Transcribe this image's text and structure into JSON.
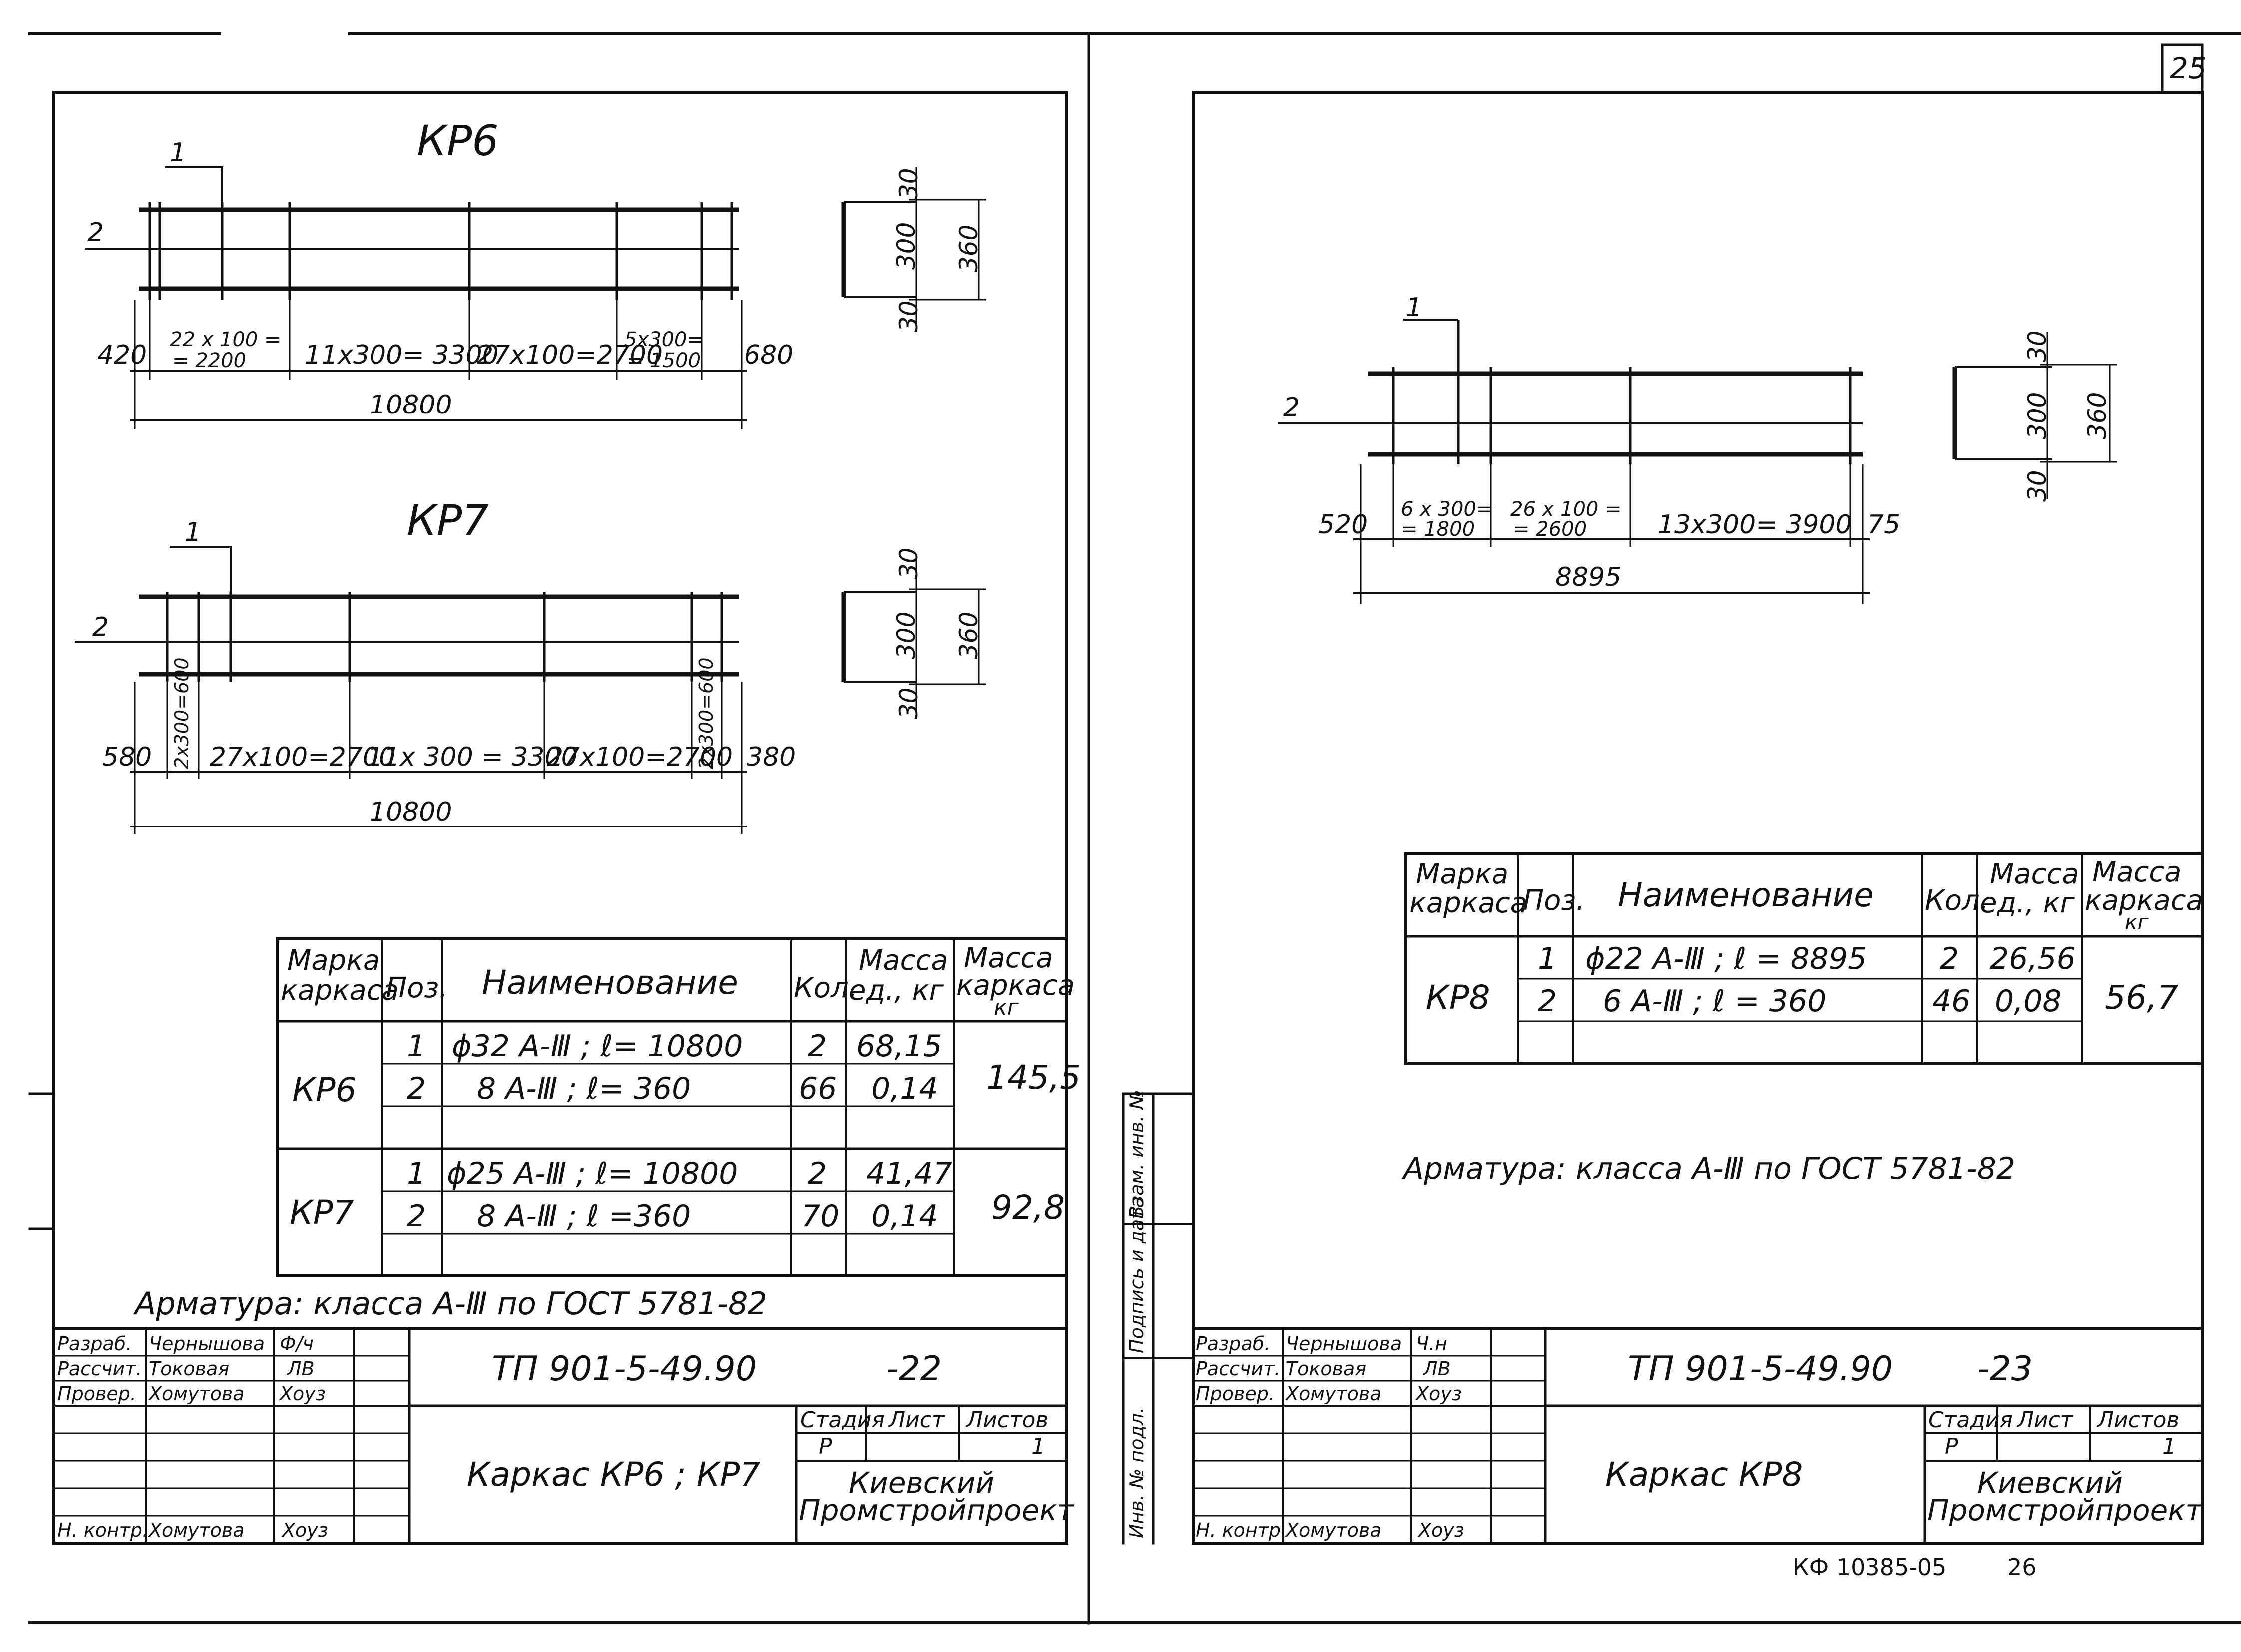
{
  "sheet_number": "25",
  "left_sheet": {
    "kr6": {
      "title": "КР6",
      "pos1": "1",
      "pos2": "2",
      "dims": [
        "420",
        "22 х 100 =",
        "= 2200",
        "11х300= 3300",
        "27х100=2700",
        "5х300=",
        "= 1500",
        "680"
      ],
      "total": "10800",
      "section": {
        "top": "30",
        "mid": "300",
        "bottom": "30",
        "total": "360"
      }
    },
    "kr7": {
      "title": "КР7",
      "pos1": "1",
      "pos2": "2",
      "dims": [
        "580",
        "2х300=600",
        "27х100=2700",
        "11х 300 = 3300",
        "27х100=2700",
        "2х300=600",
        "380"
      ],
      "total": "10800",
      "section": {
        "top": "30",
        "mid": "300",
        "bottom": "30",
        "total": "360"
      }
    },
    "table": {
      "headers": {
        "mark": [
          "Марка",
          "каркаса"
        ],
        "pos": "Поз.",
        "name": "Наименование",
        "qty": "Кол.",
        "unit_mass": [
          "Масса",
          "ед., кг"
        ],
        "frame_mass": [
          "Масса",
          "каркаса",
          "кг"
        ]
      },
      "groups": [
        {
          "mark": "КР6",
          "total": "145,5",
          "rows": [
            {
              "pos": "1",
              "name": "ϕ32 А-Ⅲ ; ℓ= 10800",
              "qty": "2",
              "unit": "68,15"
            },
            {
              "pos": "2",
              "name": "8 А-Ⅲ ; ℓ= 360",
              "qty": "66",
              "unit": "0,14"
            }
          ]
        },
        {
          "mark": "КР7",
          "total": "92,8",
          "rows": [
            {
              "pos": "1",
              "name": "ϕ25 А-Ⅲ ; ℓ= 10800",
              "qty": "2",
              "unit": "41,47"
            },
            {
              "pos": "2",
              "name": "8 А-Ⅲ ; ℓ =360",
              "qty": "70",
              "unit": "0,14"
            }
          ]
        }
      ]
    },
    "note": "Арматура:  класса  А-Ⅲ  по  ГОСТ 5781-82",
    "stamp": {
      "roles": [
        {
          "role": "Разраб.",
          "name": "Чернышова",
          "sign": "Ф/ч"
        },
        {
          "role": "Рассчит.",
          "name": "Токовая",
          "sign": "ЛВ"
        },
        {
          "role": "Провер.",
          "name": "Хомутова",
          "sign": "Хоуз"
        },
        {
          "role": "Н. контр.",
          "name": "Хомутова",
          "sign": "Хоуз"
        }
      ],
      "code": "ТП 901-5-49.90",
      "code_suffix": "-22",
      "title": "Каркас  КР6 ; КР7",
      "stage_label": "Стадия",
      "sheet_label": "Лист",
      "sheets_label": "Листов",
      "stage": "Р",
      "sheets": "1",
      "org": [
        "Киевский",
        "Промстройпроект"
      ]
    }
  },
  "right_sheet": {
    "kr8": {
      "pos1": "1",
      "pos2": "2",
      "dims": [
        "520",
        "6 х 300=",
        "= 1800",
        "26 х 100 =",
        "= 2600",
        "13х300= 3900",
        "75"
      ],
      "total": "8895",
      "section": {
        "top": "30",
        "mid": "300",
        "bottom": "30",
        "total": "360"
      }
    },
    "table": {
      "headers": {
        "mark": [
          "Марка",
          "каркаса"
        ],
        "pos": "Поз.",
        "name": "Наименование",
        "qty": "Кол.",
        "unit_mass": [
          "Масса",
          "ед., кг"
        ],
        "frame_mass": [
          "Масса",
          "каркаса",
          "кг"
        ]
      },
      "group": {
        "mark": "КР8",
        "total": "56,7",
        "rows": [
          {
            "pos": "1",
            "name": "ϕ22 А-Ⅲ ;   ℓ = 8895",
            "qty": "2",
            "unit": "26,56"
          },
          {
            "pos": "2",
            "name": "6 А-Ⅲ ;    ℓ = 360",
            "qty": "46",
            "unit": "0,08"
          }
        ]
      }
    },
    "note": "Арматура:  класса  А-Ⅲ  по  ГОСТ 5781-82",
    "side_stamp": [
      "Инв. № подл.",
      "Подпись и дата",
      "Взам. инв. №"
    ],
    "stamp": {
      "roles": [
        {
          "role": "Разраб.",
          "name": "Чернышова",
          "sign": "Ч.н"
        },
        {
          "role": "Рассчит.",
          "name": "Токовая",
          "sign": "ЛВ"
        },
        {
          "role": "Провер.",
          "name": "Хомутова",
          "sign": "Хоуз"
        },
        {
          "role": "Н. контр.",
          "name": "Хомутова",
          "sign": "Хоуз"
        }
      ],
      "code": "ТП 901-5-49.90",
      "code_suffix": "-23",
      "title": "Каркас  КР8",
      "stage_label": "Стадия",
      "sheet_label": "Лист",
      "sheets_label": "Листов",
      "stage": "Р",
      "sheets": "1",
      "org": [
        "Киевский",
        "Промстройпроект"
      ]
    },
    "footer": {
      "code": "КФ 10385-05",
      "page": "26"
    }
  }
}
